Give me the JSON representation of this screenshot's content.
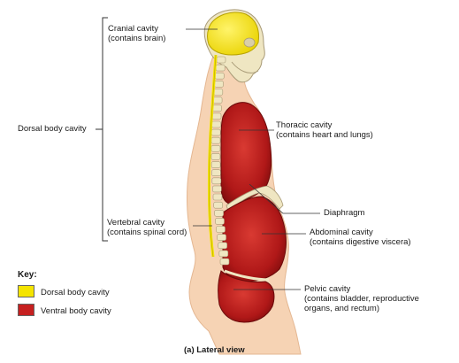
{
  "labels": {
    "cranial_title": "Cranial cavity",
    "cranial_sub": "(contains brain)",
    "dorsal": "Dorsal body cavity",
    "thoracic_title": "Thoracic cavity",
    "thoracic_sub": "(contains heart and lungs)",
    "diaphragm": "Diaphragm",
    "vertebral_title": "Vertebral cavity",
    "vertebral_sub": "(contains spinal cord)",
    "abdominal_title": "Abdominal cavity",
    "abdominal_sub": "(contains digestive viscera)",
    "pelvic_title": "Pelvic cavity",
    "pelvic_sub1": "(contains bladder, reproductive",
    "pelvic_sub2": "organs, and rectum)"
  },
  "key": {
    "title": "Key:",
    "items": [
      {
        "label": "Dorsal body cavity",
        "color": "#f4e400"
      },
      {
        "label": "Ventral body cavity",
        "color": "#c62020"
      }
    ]
  },
  "caption": "(a) Lateral view",
  "colors": {
    "skin": "#f6d3b4",
    "dorsal": "#f4e400",
    "ventral": "#c62020",
    "bone": "#efe6c2"
  }
}
